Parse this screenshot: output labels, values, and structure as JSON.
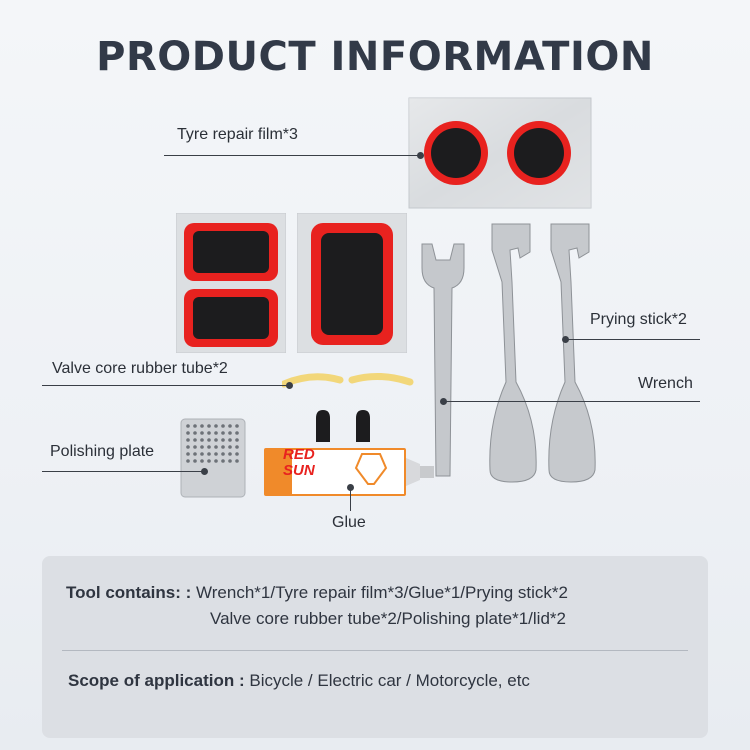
{
  "title": "PRODUCT INFORMATION",
  "labels": {
    "repair_film": "Tyre repair film*3",
    "prying_stick": "Prying stick*2",
    "valve_tube": "Valve core rubber tube*2",
    "wrench": "Wrench",
    "polishing_plate": "Polishing plate",
    "glue": "Glue"
  },
  "glue_brand": "RED SUN",
  "info": {
    "tool_label": "Tool contains: :",
    "tool_line1": "Wrench*1/Tyre repair film*3/Glue*1/Prying stick*2",
    "tool_line2": "Valve core rubber tube*2/Polishing plate*1/lid*2",
    "scope_label": "Scope of application :",
    "scope_value": "Bicycle / Electric car / Motorcycle, etc"
  },
  "colors": {
    "accent_red": "#e8221f",
    "patch_black": "#1c1c1e",
    "valve_yellow": "#f2d77a",
    "glue_orange": "#f08a2a"
  }
}
